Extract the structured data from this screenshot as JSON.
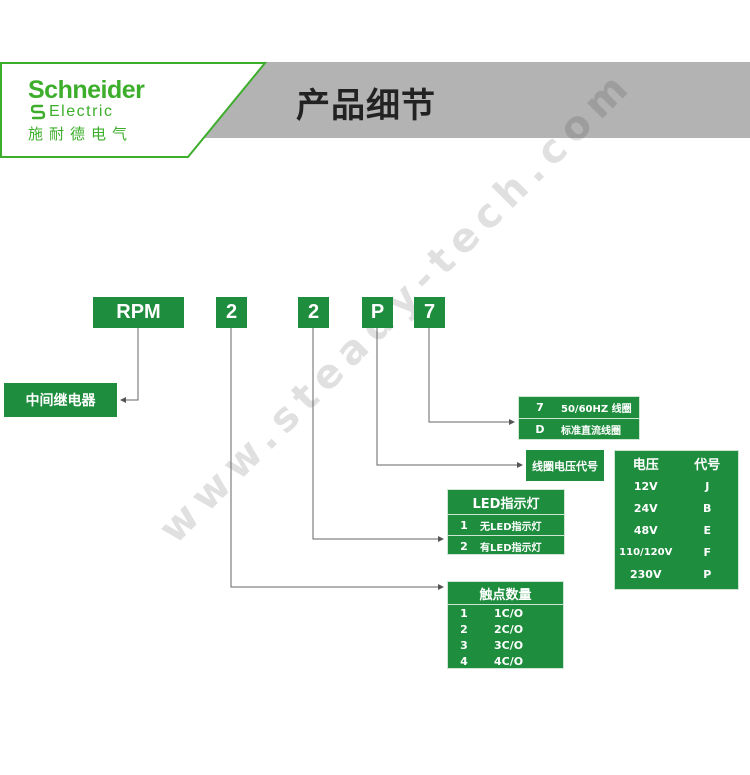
{
  "header": {
    "logo_brand": "Schneider",
    "logo_sub": "Electric",
    "logo_cn": "施耐德电气",
    "title": "产品细节"
  },
  "code": {
    "segments": [
      "RPM",
      "2",
      "2",
      "P",
      "7"
    ]
  },
  "relay_label": "中间继电器",
  "coil_type": {
    "rows": [
      {
        "code": "7",
        "text": "50/60HZ  线圈"
      },
      {
        "code": "D",
        "text": "标准直流线圈"
      }
    ]
  },
  "coil_voltage_label": "线圈电压代号",
  "voltage_table": {
    "headers": [
      "电压",
      "代号"
    ],
    "rows": [
      {
        "voltage": "12V",
        "code": "J"
      },
      {
        "voltage": "24V",
        "code": "B"
      },
      {
        "voltage": "48V",
        "code": "E"
      },
      {
        "voltage": "110/120V",
        "code": "F"
      },
      {
        "voltage": "230V",
        "code": "P"
      }
    ]
  },
  "led_table": {
    "title": "LED指示灯",
    "rows": [
      {
        "num": "1",
        "text": "无LED指示灯"
      },
      {
        "num": "2",
        "text": "有LED指示灯"
      }
    ]
  },
  "contacts_table": {
    "title": "触点数量",
    "rows": [
      {
        "num": "1",
        "text": "1C/O"
      },
      {
        "num": "2",
        "text": "2C/O"
      },
      {
        "num": "3",
        "text": "3C/O"
      },
      {
        "num": "4",
        "text": "4C/O"
      }
    ]
  },
  "watermark": "www.steady-tech.com",
  "colors": {
    "box_green": "#1f8d3e",
    "brand_green": "#3dae2b",
    "header_gray": "#b3b3b3"
  }
}
